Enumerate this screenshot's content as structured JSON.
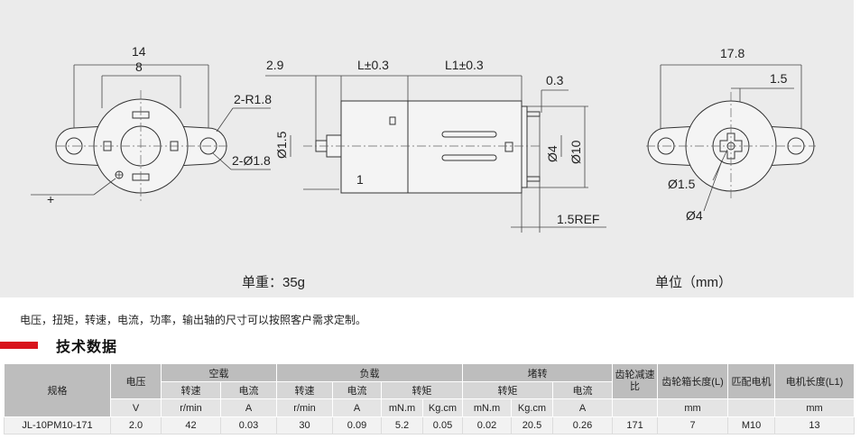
{
  "drawing": {
    "front_view": {
      "dim_width": "14",
      "dim_inner": "8",
      "radius_label": "2-R1.8",
      "hole_label": "2-Ø1.8",
      "plus_label": "+"
    },
    "side_view": {
      "dim_shaft_len": "2.9",
      "dim_L": "L±0.3",
      "dim_L1": "L1±0.3",
      "dim_tab": "0.3",
      "dim_shaft_dia": "Ø1.5",
      "dim_bush": "1",
      "dim_d4": "Ø4",
      "dim_d10": "Ø10",
      "dim_ref": "1.5REF"
    },
    "rear_view": {
      "dim_width": "17.8",
      "dim_offset": "1.5",
      "dim_shaft": "Ø1.5",
      "dim_boss": "Ø4"
    },
    "weight_label": "单重：35g",
    "unit_label": "单位（mm）"
  },
  "note": "电压，扭矩，转速，电流，功率，输出轴的尺寸可以按照客户需求定制。",
  "section_title": "技术数据",
  "table": {
    "h_model": "规格",
    "h_voltage": "电压",
    "h_noload": "空载",
    "h_load": "负载",
    "h_stall": "堵转",
    "h_gear_ratio": "齿轮减速比",
    "h_gearbox_len": "齿轮箱长度(L)",
    "h_motor": "匹配电机",
    "h_motor_len": "电机长度(L1)",
    "h_speed": "转速",
    "h_current": "电流",
    "h_torque": "转矩",
    "u_voltage": "V",
    "u_speed": "r/min",
    "u_current": "A",
    "u_mnm": "mN.m",
    "u_kgcm": "Kg.cm",
    "u_mm": "mm",
    "row": {
      "model": "JL-10PM10-171",
      "voltage": "2.0",
      "nl_speed": "42",
      "nl_current": "0.03",
      "ld_speed": "30",
      "ld_current": "0.09",
      "ld_mnm": "5.2",
      "ld_kgcm": "0.05",
      "st_mnm": "0.02",
      "st_kgcm": "20.5",
      "st_current": "0.26",
      "gear_ratio": "171",
      "gearbox_len": "7",
      "motor": "M10",
      "motor_len": "13"
    }
  }
}
